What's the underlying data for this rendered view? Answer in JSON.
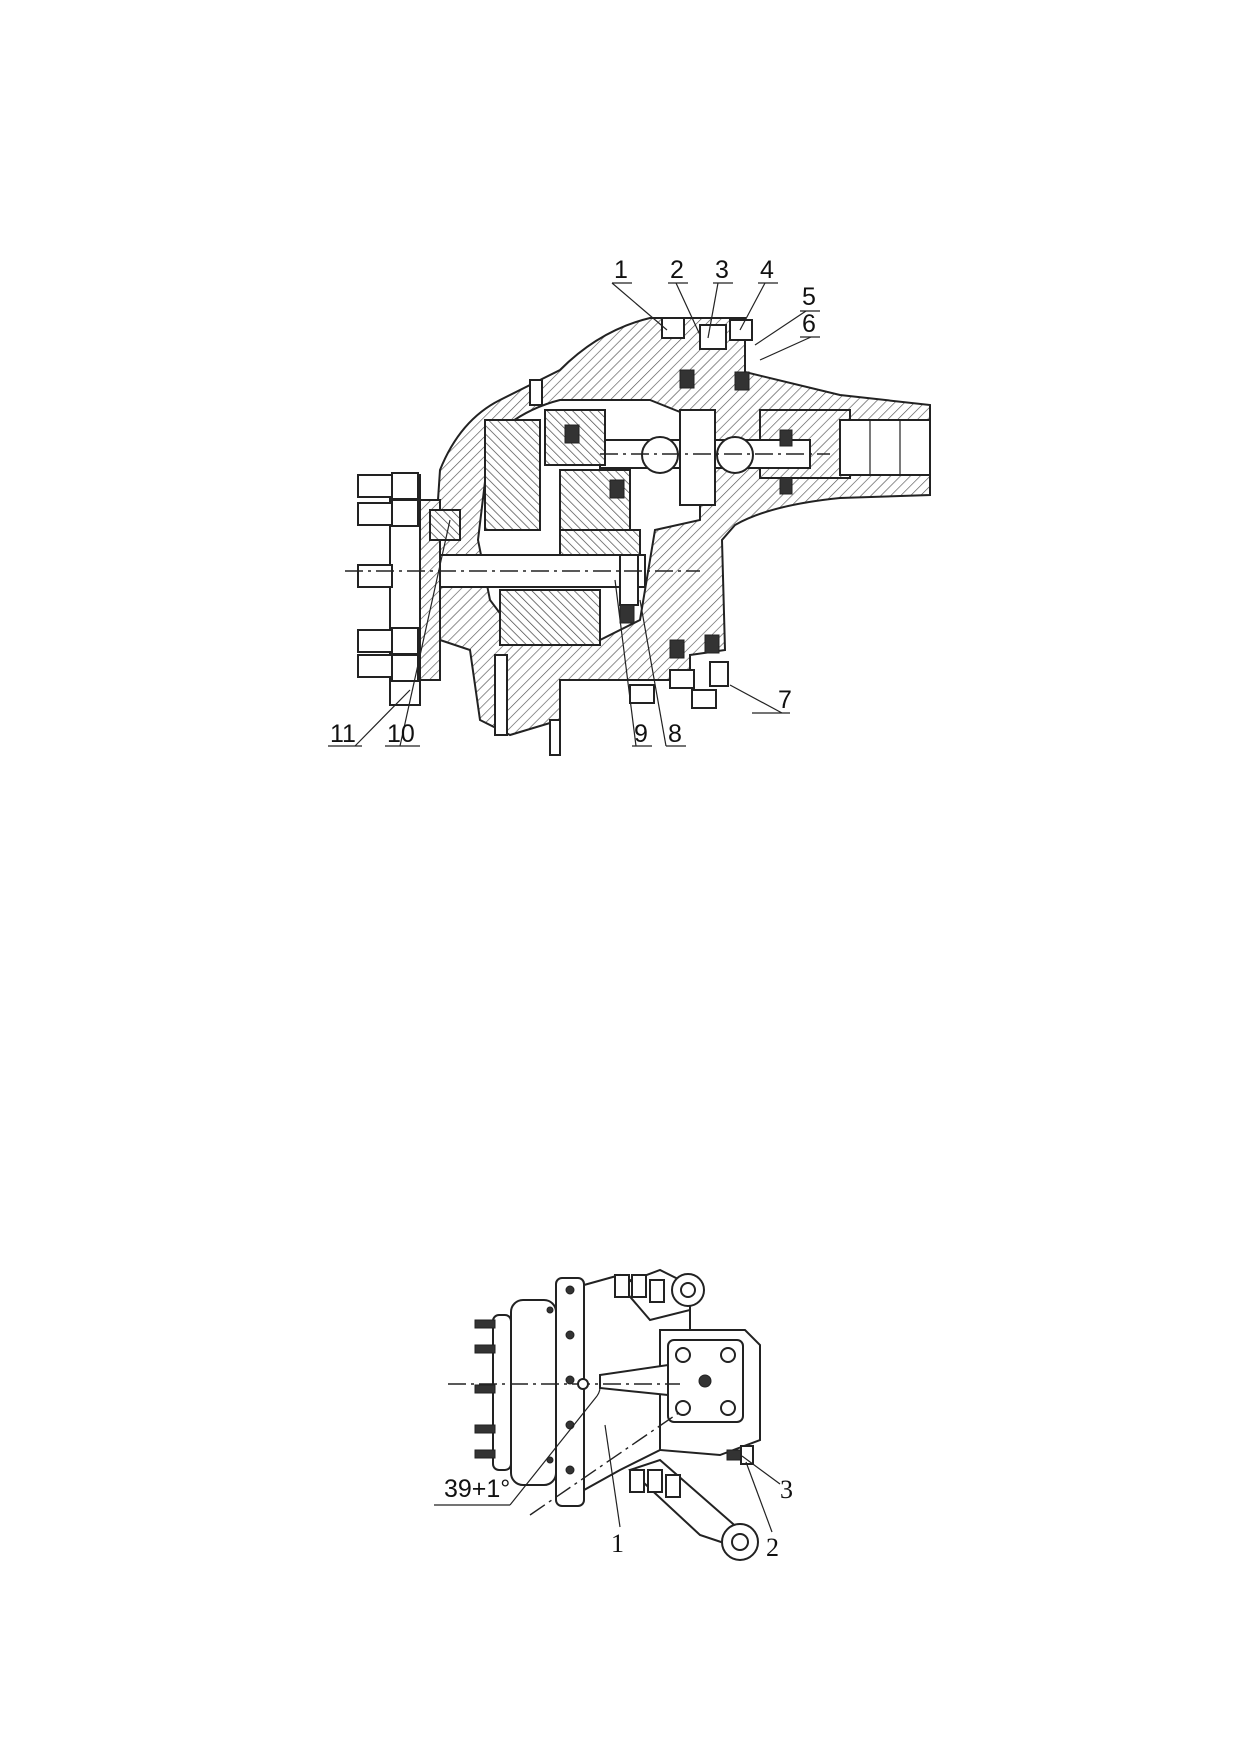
{
  "figure1": {
    "callouts": [
      "1",
      "2",
      "3",
      "4",
      "5",
      "6",
      "7",
      "8",
      "9",
      "10",
      "11"
    ]
  },
  "figure2": {
    "angle_label": "39+1°",
    "callouts": [
      "1",
      "2",
      "3"
    ]
  }
}
